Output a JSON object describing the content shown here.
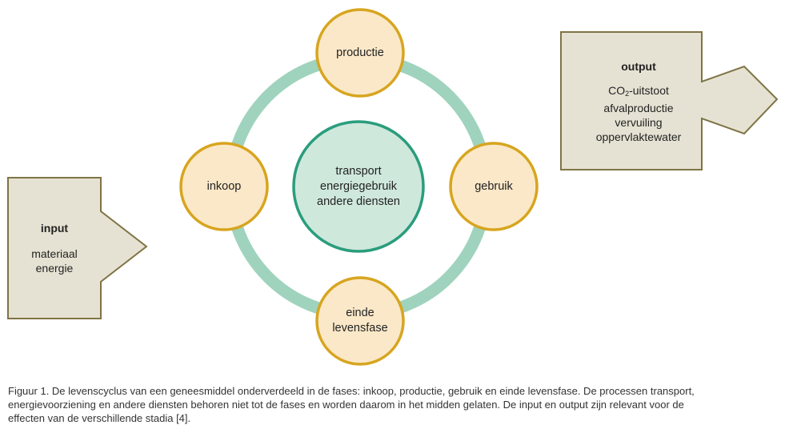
{
  "input": {
    "title": "input",
    "items": [
      "materiaal",
      "energie"
    ]
  },
  "output": {
    "title": "output",
    "co2_prefix": "CO",
    "co2_sub": "2",
    "co2_suffix": "-uitstoot",
    "items": [
      "afvalproductie",
      "vervuiling",
      "oppervlaktewater"
    ]
  },
  "phases": {
    "top": [
      "productie"
    ],
    "left": [
      "inkoop"
    ],
    "right": [
      "gebruik"
    ],
    "bottom": [
      "einde",
      "levensfase"
    ]
  },
  "center": [
    "transport",
    "energiegebruik",
    "andere diensten"
  ],
  "caption": [
    "Figuur 1. De levenscyclus van een geneesmiddel onderverdeeld in de fases: inkoop, productie, gebruik en einde levensfase. De processen transport,",
    "energievoorziening en andere diensten behoren niet tot de fases en worden daarom in het midden gelaten. De input en output zijn relevant voor de",
    "effecten van de verschillende stadia [4]."
  ],
  "colors": {
    "ring": "#9fd3bd",
    "phase_fill": "#fbe8c8",
    "phase_stroke": "#d7a51f",
    "center_fill": "#cfe8dc",
    "center_stroke": "#2a9d7c",
    "arrow_fill": "#e6e2d3",
    "arrow_stroke": "#7f7445"
  }
}
